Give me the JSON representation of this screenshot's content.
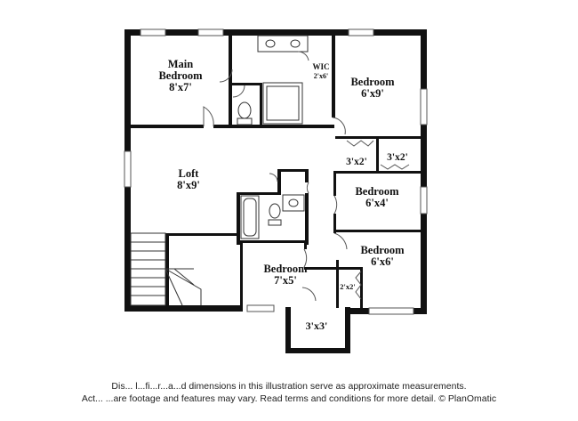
{
  "rooms": {
    "main_bedroom": {
      "name": "Main",
      "name2": "Bedroom",
      "dims": "8'x7'"
    },
    "wic": {
      "name": "WIC",
      "dims": "2'x6'"
    },
    "bedroom_ne": {
      "name": "Bedroom",
      "dims": "6'x9'"
    },
    "closet_a": {
      "dims": "3'x2'"
    },
    "closet_b": {
      "dims": "3'x2'"
    },
    "bedroom_e": {
      "name": "Bedroom",
      "dims": "6'x4'"
    },
    "loft": {
      "name": "Loft",
      "dims": "8'x9'"
    },
    "bedroom_se": {
      "name": "Bedroom",
      "dims": "6'x6'"
    },
    "closet_c": {
      "dims": "2'x2'"
    },
    "bedroom_s": {
      "name": "Bedroom",
      "dims": "7'x5'"
    },
    "closet_d": {
      "dims": "3'x3'"
    }
  },
  "disclaimer": {
    "line1": "Dis... l...fi...r...a...d dimensions in this illustration serve as approximate measurements.",
    "line2": "Act... ...are footage and features may vary. Read terms and conditions for more detail. © PlanOmatic"
  }
}
